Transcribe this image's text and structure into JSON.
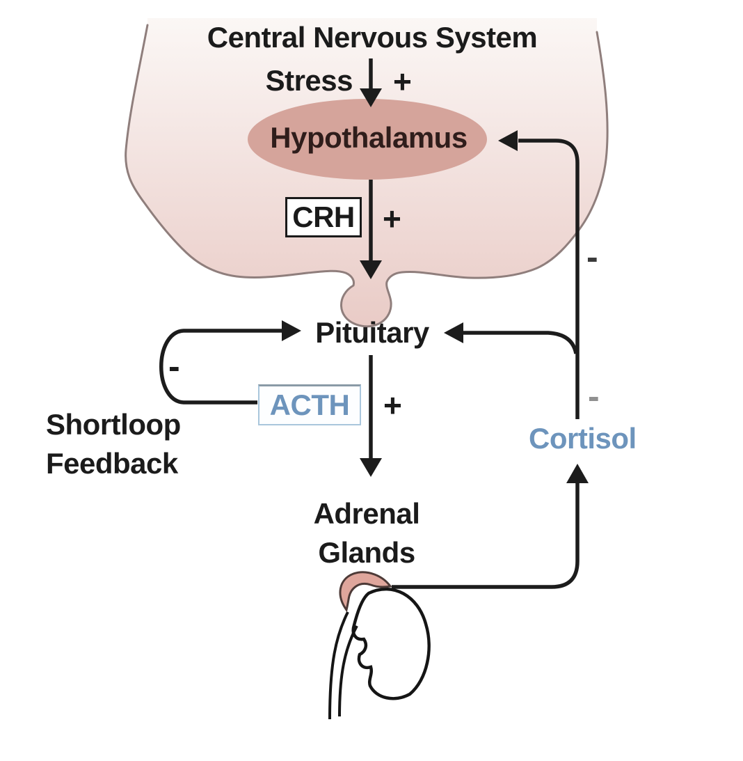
{
  "diagram": {
    "title": "Central Nervous System",
    "stress_label": "Stress",
    "stress_plus": "+",
    "hypothalamus_label": "Hypothalamus",
    "crh_label": "CRH",
    "crh_plus": "+",
    "pituitary_label": "Pituitary",
    "acth_label": "ACTH",
    "acth_plus": "+",
    "shortloop_minus": "-",
    "shortloop_line1": "Shortloop",
    "shortloop_line2": "Feedback",
    "adrenal_line1": "Adrenal",
    "adrenal_line2": "Glands",
    "cortisol_label": "Cortisol",
    "feedback_minus_upper": "-",
    "feedback_minus_lower": "-"
  },
  "colors": {
    "line": "#1c1c1c",
    "blue": "#6d94bc",
    "blue_border": "#a9c6dc",
    "brain_outline": "#8f7e7c",
    "hypo_fill": "#d5a49b",
    "adrenal_fill": "#dfa69c",
    "minus_dark": "#3a3a3a",
    "minus_gray": "#909090",
    "brain_fill_top": "#fbf7f5",
    "brain_fill_bottom": "#e9cbc6"
  }
}
